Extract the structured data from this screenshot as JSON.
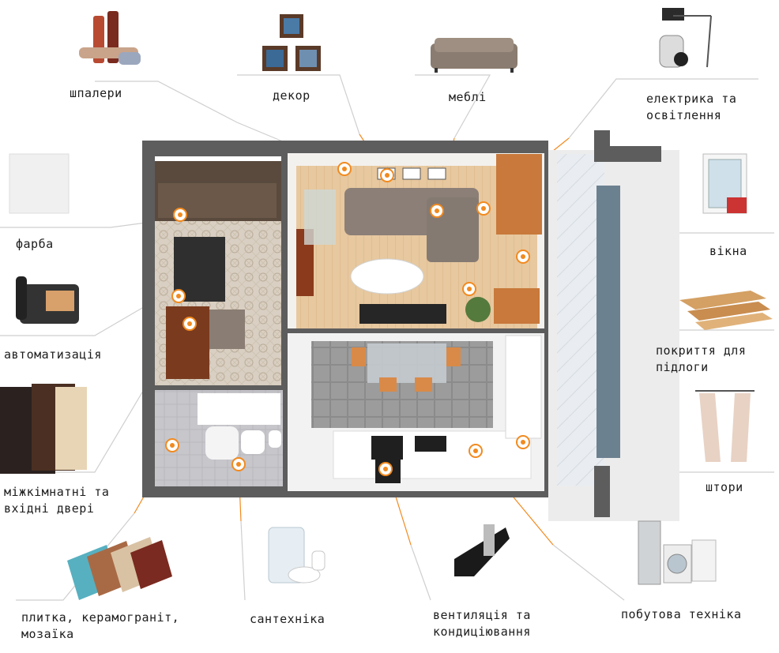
{
  "labels": {
    "wallpaper": "шпалери",
    "decor": "декор",
    "furniture": "меблі",
    "electrics_line1": "електрика та",
    "electrics_line2": "освітлення",
    "paint": "фарба",
    "windows": "вікна",
    "automation": "автоматизація",
    "flooring_line1": "покриття для",
    "flooring_line2": "підлоги",
    "doors_line1": "міжкімнатні та",
    "doors_line2": "вхідні двері",
    "curtains": "штори",
    "tiles_line1": "плитка, керамограніт,",
    "tiles_line2": "мозаїка",
    "plumbing": "сантехніка",
    "ventilation_line1": "вентиляція та",
    "ventilation_line2": "кондиціювання",
    "appliances": "побутова техніка"
  },
  "colors": {
    "accent": "#f28a1f",
    "connector": "#cccccc",
    "wall": "#5d5d5d",
    "text": "#1c1c1c"
  }
}
